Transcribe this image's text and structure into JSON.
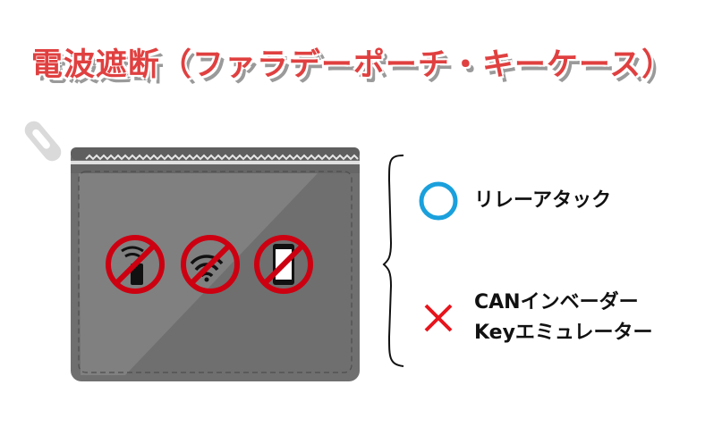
{
  "title": "電波遮断（ファラデーポーチ・キーケース）",
  "pouch": {
    "body_color": "#6e6e6e",
    "zipper_color": "#d9d9d9",
    "icons": [
      {
        "name": "no-phone-signal-icon",
        "label": "mobile signal prohibited"
      },
      {
        "name": "no-wifi-icon",
        "label": "wifi prohibited"
      },
      {
        "name": "no-smartphone-icon",
        "label": "smartphone prohibited"
      }
    ],
    "prohibit_color": "#cc0011"
  },
  "legend": {
    "ok": {
      "mark": "circle",
      "color": "#1aa0dc",
      "label": "リレーアタック"
    },
    "ng": {
      "mark": "cross",
      "color": "#e8141c",
      "lines": [
        "CANインベーダー",
        "Keyエミュレーター"
      ]
    }
  }
}
